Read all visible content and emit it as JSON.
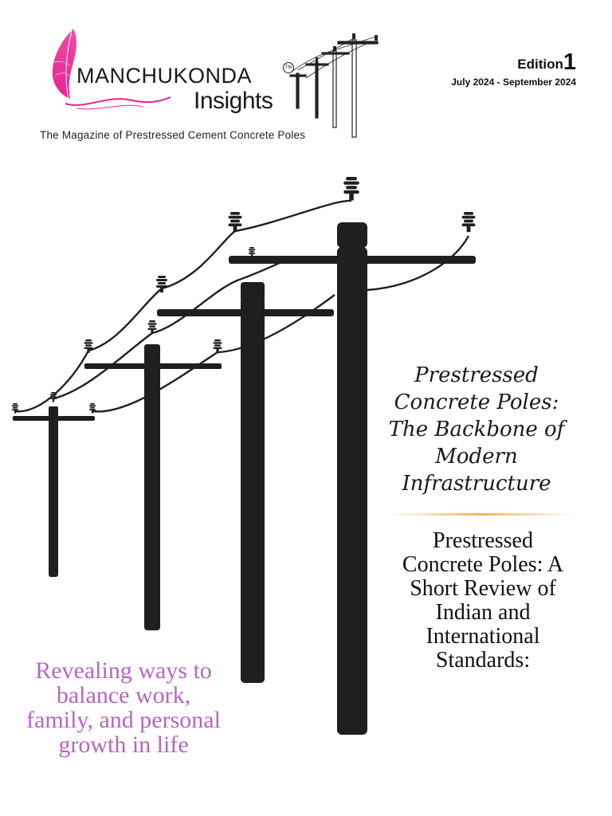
{
  "masthead": {
    "brand_name": "MANCHUKONDA",
    "brand_sub": "Insights",
    "trademark": "TM",
    "tagline": "The Magazine of Prestressed Cement Concrete Poles"
  },
  "edition": {
    "label": "Edition",
    "number": "1",
    "date_range": "July 2024 - September 2024"
  },
  "features": {
    "headline_1": "Prestressed Concrete Poles: The Backbone of Modern Infrastructure",
    "headline_2": "Prestressed Concrete Poles: A Short Review of Indian and International Standards:",
    "headline_3": "Revealing ways to balance work, family, and personal growth in life"
  },
  "colors": {
    "brand_magenta": "#e6258f",
    "accent_purple": "#b566c2",
    "divider_gold": "#f2b250",
    "pole_dark": "#1f1f1f"
  },
  "icons": [
    "feather-logo-icon",
    "mini-poles-icon",
    "utility-poles-illustration"
  ]
}
